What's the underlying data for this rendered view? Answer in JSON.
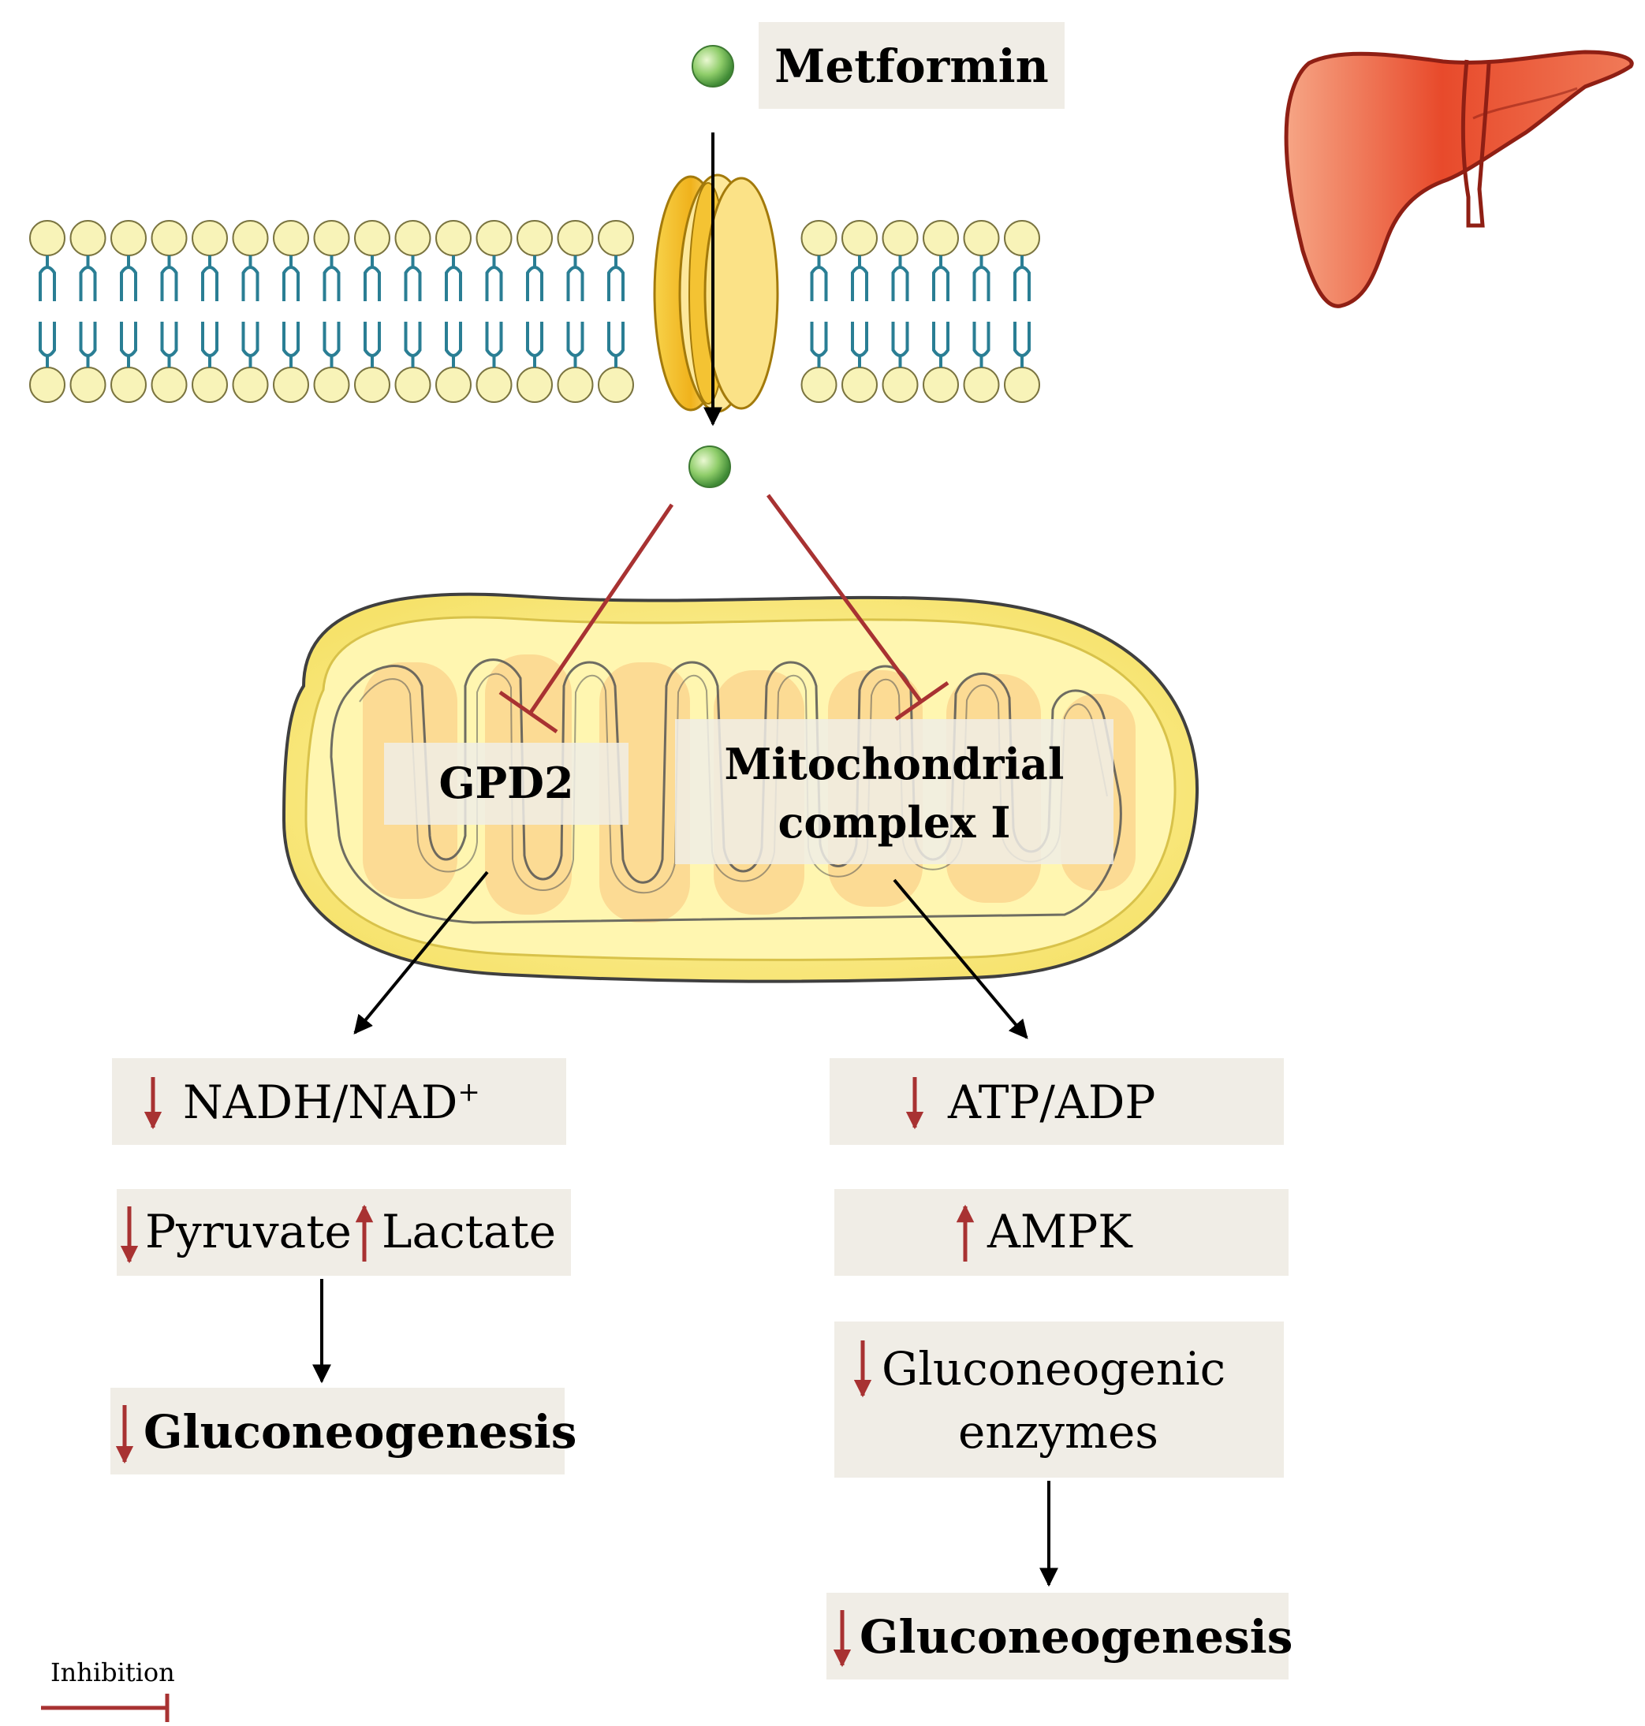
{
  "drug": {
    "label": "Metformin"
  },
  "targets": {
    "gpd2": {
      "label": "GPD2"
    },
    "complex1": {
      "line1": "Mitochondrial",
      "line2": "complex I"
    }
  },
  "left_pathway": {
    "nadh": {
      "label": "NADH/NAD",
      "superscript": "+",
      "direction": "down"
    },
    "pyruvate_lactate": {
      "pyruvate": "Pyruvate",
      "pyruvate_direction": "down",
      "lactate": "Lactate",
      "lactate_direction": "up"
    },
    "outcome": {
      "label": "Gluconeogenesis",
      "direction": "down"
    }
  },
  "right_pathway": {
    "atp": {
      "label": "ATP/ADP",
      "direction": "down"
    },
    "ampk": {
      "label": "AMPK",
      "direction": "up"
    },
    "enzymes": {
      "line1": "Gluconeogenic",
      "line2": "enzymes",
      "direction": "down"
    },
    "outcome": {
      "label": "Gluconeogenesis",
      "direction": "down"
    }
  },
  "legend": {
    "inhibition_label": "Inhibition"
  },
  "icons": {
    "drug_molecule": "green-sphere-icon",
    "organ": "liver-icon",
    "decrease": "down-arrow-icon",
    "increase": "up-arrow-icon"
  },
  "colors": {
    "inhibition": "#a83232",
    "label_box": "#f0ede6",
    "mitochondria_membrane": "#f5e66a",
    "liver": "#e0442a",
    "membrane_head": "#f8f3b8",
    "membrane_tail": "#2a7e94"
  }
}
